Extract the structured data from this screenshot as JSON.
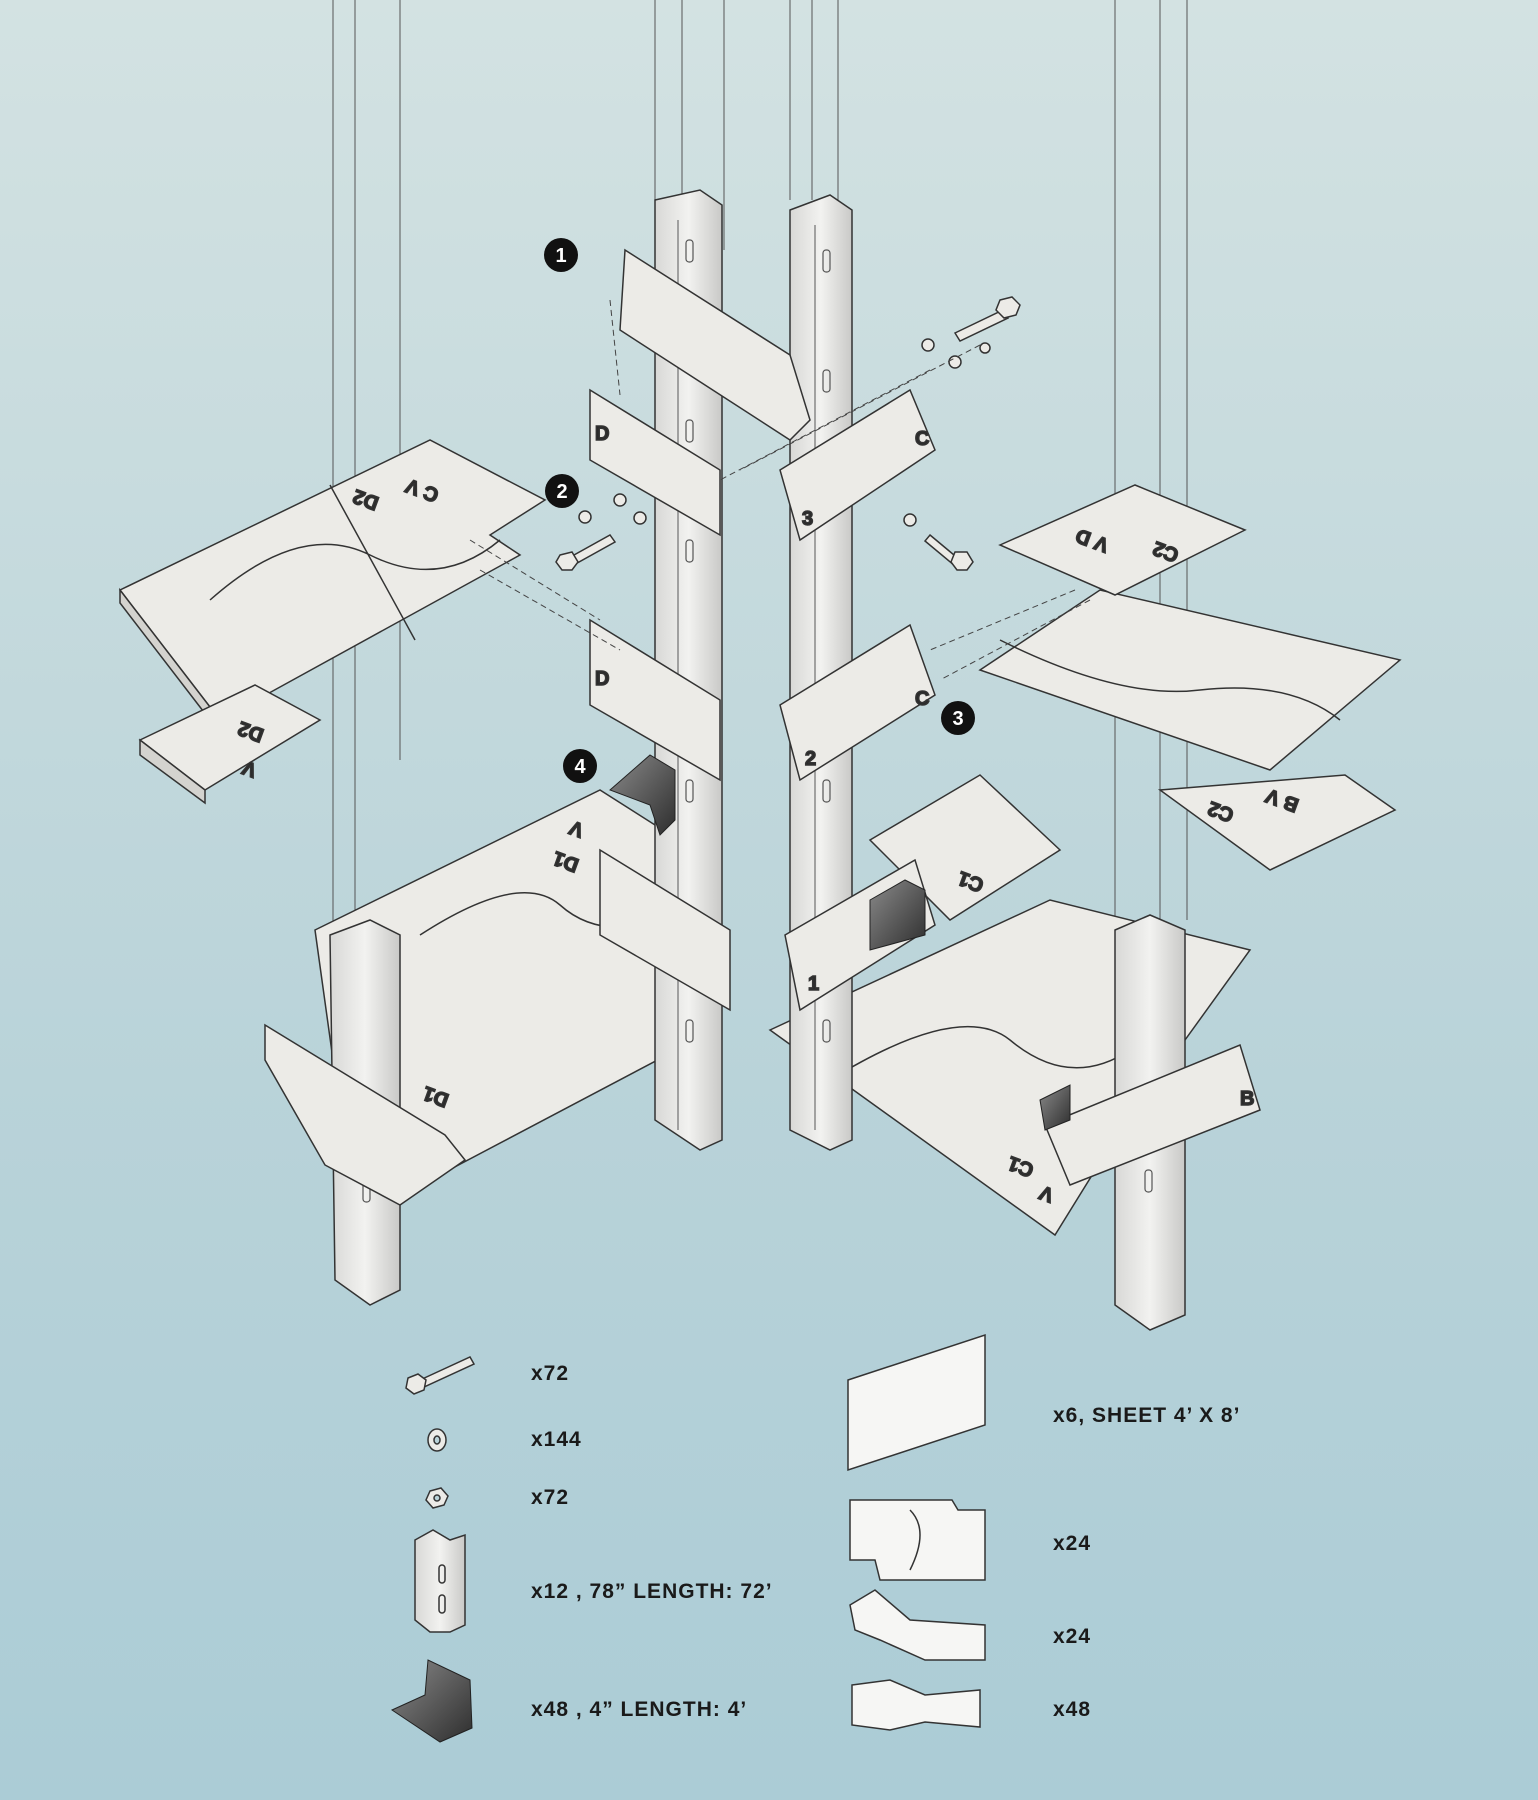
{
  "callouts": [
    "1",
    "2",
    "3",
    "4"
  ],
  "part_labels": {
    "d": "D",
    "c": "C",
    "b": "B",
    "n3": "3",
    "n2": "2",
    "n1": "1",
    "cv": "C V",
    "d2": "D2",
    "vd": "V D",
    "c2": "C2",
    "d2b": "D2",
    "v": "V",
    "c2b": "C2",
    "bv": "B V",
    "d1": "D1",
    "va": "V",
    "c1": "C1",
    "d1b": "D1",
    "c1b": "C1",
    "vb": "V"
  },
  "legend_left": [
    {
      "icon": "bolt-icon",
      "label": "x72"
    },
    {
      "icon": "washer-icon",
      "label": "x144"
    },
    {
      "icon": "nut-icon",
      "label": "x72"
    },
    {
      "icon": "strut-channel-icon",
      "label": "x12 , 78” LENGTH: 72’"
    },
    {
      "icon": "angle-bracket-icon",
      "label": "x48 , 4” LENGTH: 4’"
    }
  ],
  "legend_right": [
    {
      "icon": "plywood-sheet-icon",
      "label": "x6, SHEET 4’ X 8’"
    },
    {
      "icon": "straight-connector-icon",
      "label": "x24"
    },
    {
      "icon": "angled-connector-icon",
      "label": "x24"
    },
    {
      "icon": "bent-connector-icon",
      "label": "x48"
    }
  ],
  "colors": {
    "background_top": "#d3e2e2",
    "background_bottom": "#abccd6",
    "part_fill": "#ecebe7",
    "line": "#3a3a3a",
    "badge": "#111111"
  }
}
